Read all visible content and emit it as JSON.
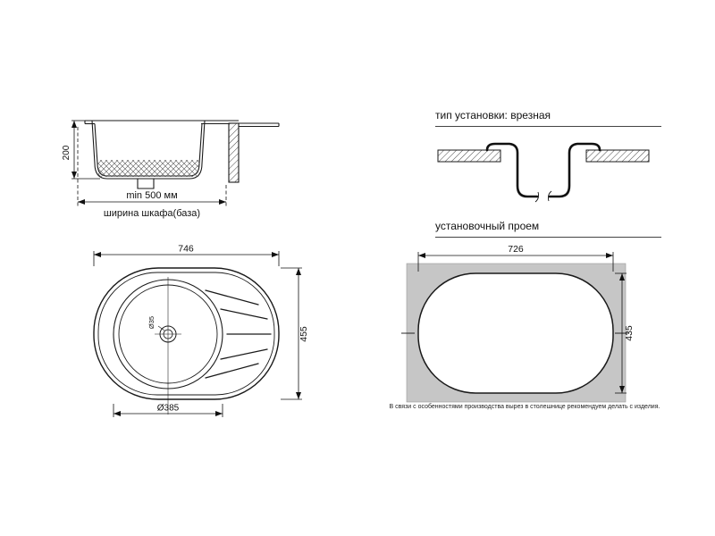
{
  "section_view": {
    "dim_depth": "200",
    "dim_width": "min 500 мм",
    "label_width": "ширина шкафа(база)"
  },
  "install_type": {
    "title": "тип установки: врезная"
  },
  "top_view": {
    "dim_width": "746",
    "dim_height": "455",
    "dim_bowl": "Ø385",
    "dim_drain": "Ø35"
  },
  "cutout": {
    "title": "установочный проем",
    "dim_width": "726",
    "dim_height": "435",
    "note": "В связи с особенностями производства вырез в столешнице рекомендуем делать с изделия."
  },
  "colors": {
    "line": "#1a1a1a",
    "counter_gray": "#c6c6c6"
  }
}
